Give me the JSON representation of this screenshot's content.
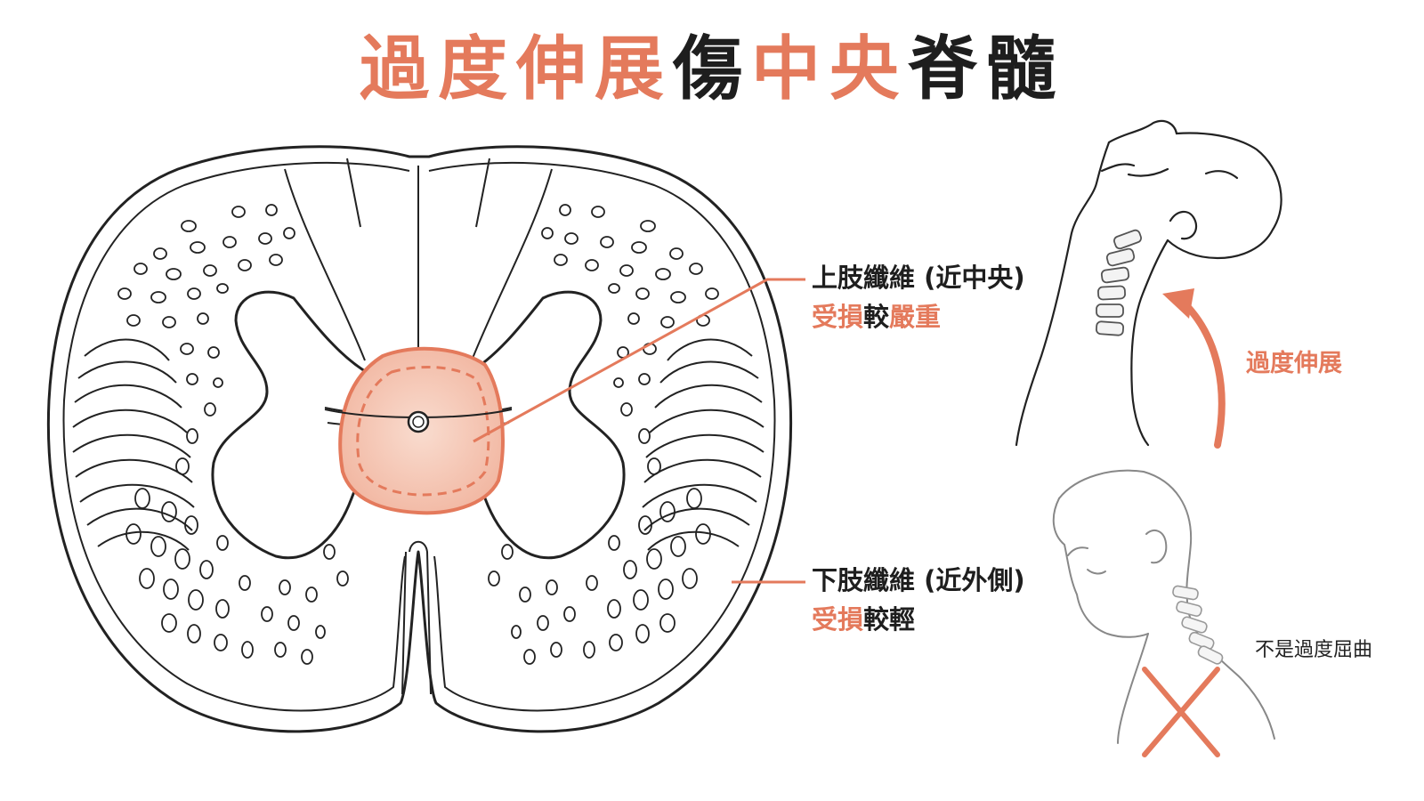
{
  "title": {
    "part1": "過度伸展",
    "part2": "傷",
    "part3": "中央",
    "part4": "脊髓"
  },
  "labels": {
    "upper": {
      "line1": "上肢纖維 (近中央)",
      "line2_a": "受損",
      "line2_b": "較",
      "line2_c": "嚴重"
    },
    "lower": {
      "line1": "下肢纖維 (近外側)",
      "line2_a": "受損",
      "line2_b": "較輕"
    }
  },
  "side": {
    "extension": "過度伸展",
    "not_flexion": "不是過度屈曲"
  },
  "colors": {
    "accent": "#e47a5c",
    "dark": "#1e1e1e",
    "line": "#222222",
    "damage_fill": "#f6c8b8"
  },
  "icons": [
    "spinal-cord-cross-section",
    "extended-neck-figure",
    "flexed-neck-figure",
    "cross-mark-icon",
    "curved-arrow-icon"
  ]
}
